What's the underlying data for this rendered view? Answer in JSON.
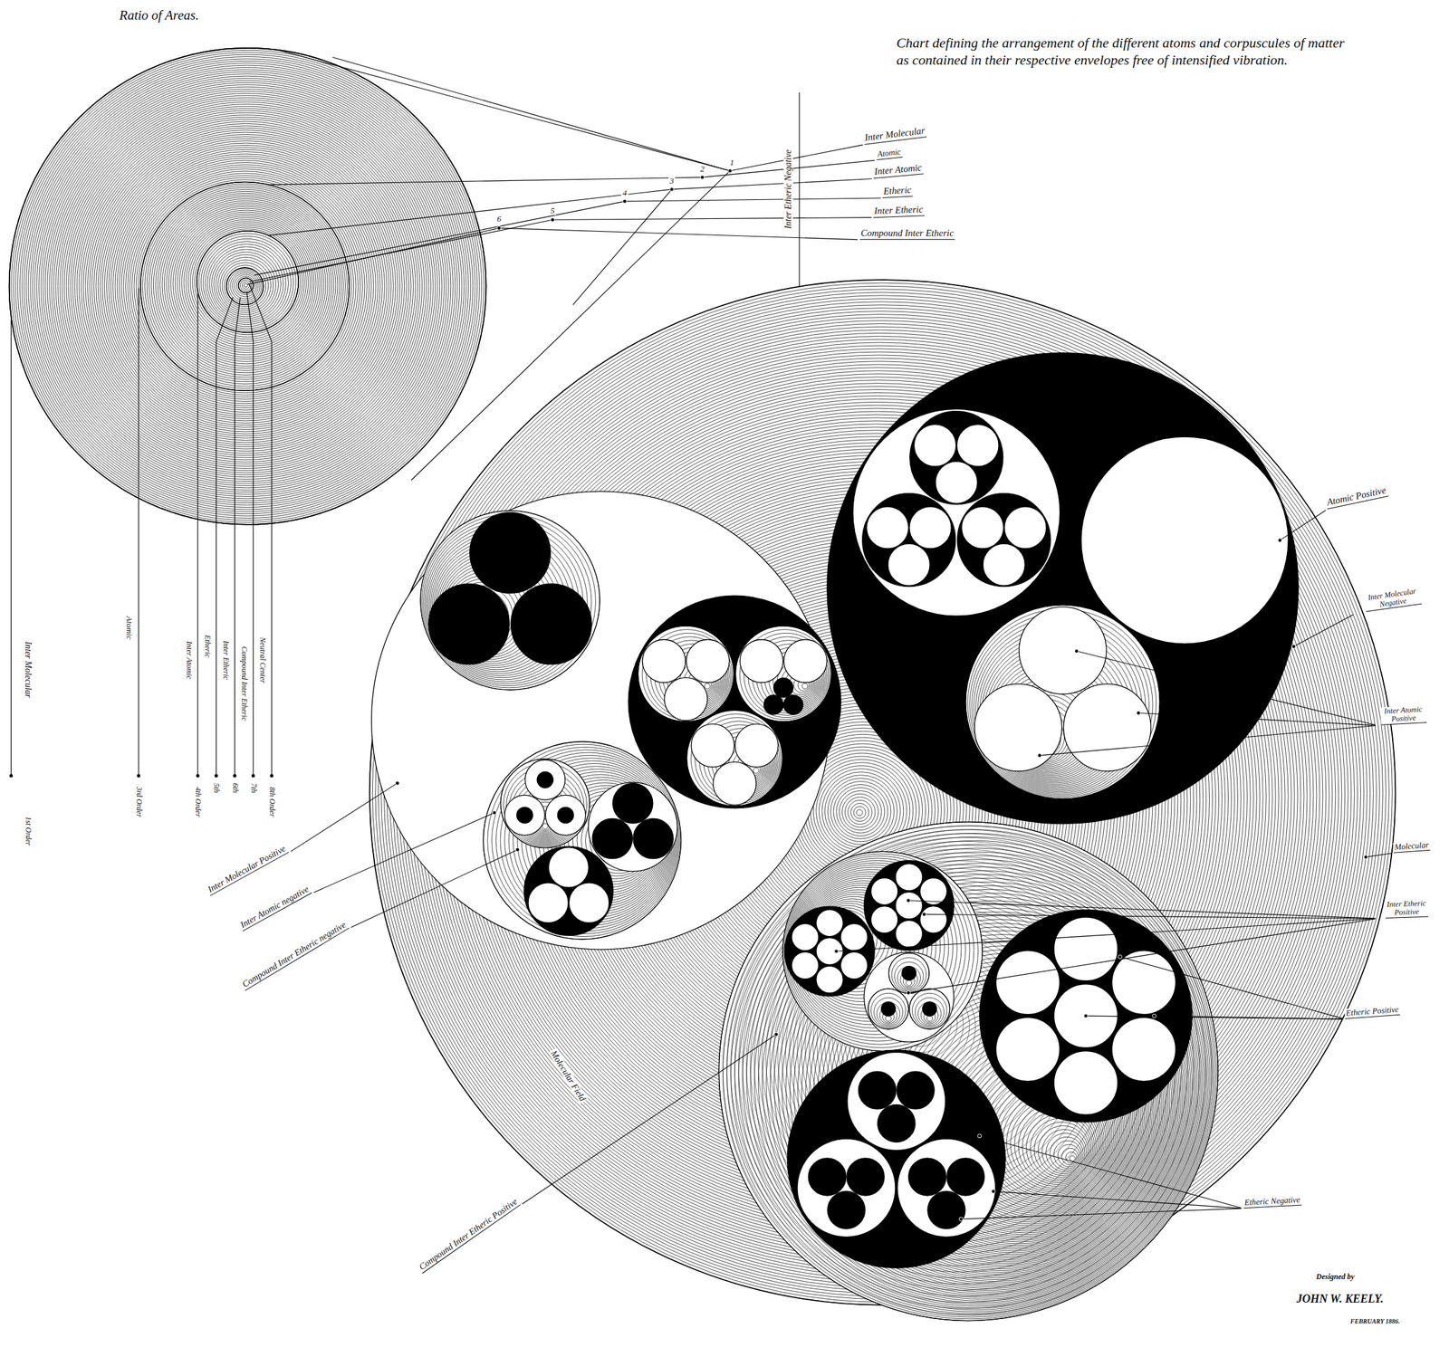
{
  "diagram": {
    "title": "Chart defining the arrangement of the different atoms and corpuscules of matter as contained in their respective envelopes free of intensified vibration.",
    "labels": [
      "Ratio of Areas.",
      "Inter Molecular",
      "Atomic",
      "Inter Atomic",
      "Etheric",
      "Inter Etheric",
      "Compound Inter Etheric",
      "1",
      "2",
      "3",
      "4",
      "5",
      "6",
      "Inter Etheric Negative",
      "Inter Molecular",
      "1st Order",
      "Atomic",
      "3rd Order",
      "Inter Atomic",
      "4th Order",
      "Etheric",
      "5th",
      "Inter Etheric",
      "6th",
      "Compound Inter Etheric",
      "7th",
      "Neutral Center",
      "8th Order",
      "Atomic Positive",
      "Inter Molecular Negative",
      "Inter Atomic Positive",
      "Molecular",
      "Inter Etheric Positive",
      "Etheric Positive",
      "Etheric Negative",
      "Inter Molecular Positive",
      "Inter Atomic negative",
      "Compound Inter Etheric negative",
      "Compound Inter Etheric Positive",
      "Molecular Field",
      "Designed by",
      "JOHN W. KEELY.",
      "FEBRUARY 1886."
    ]
  }
}
